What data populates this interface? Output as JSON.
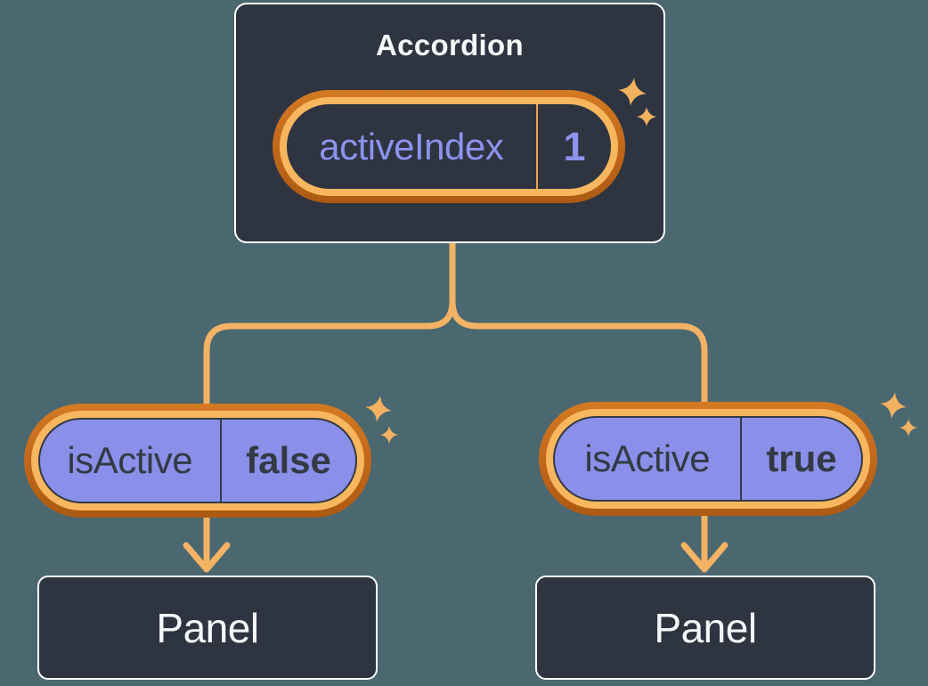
{
  "colors": {
    "background": "#4B6770",
    "node_fill": "#2E3440",
    "node_border": "#FFFFFF",
    "light_text": "#F6F7F9",
    "purple_fill": "#8A90E9",
    "purple_text": "#8C93EE",
    "dark_text": "#333A44",
    "ring_outer_orange": "#C4691C",
    "ring_inner_orange": "#F8B75E",
    "connector_orange": "#F3B264",
    "sparkle_orange": "#F3B260"
  },
  "accordion": {
    "title": "Accordion",
    "state_pill": {
      "label": "activeIndex",
      "value": "1"
    }
  },
  "left_child": {
    "prop_pill": {
      "label": "isActive",
      "value": "false"
    },
    "panel_title": "Panel"
  },
  "right_child": {
    "prop_pill": {
      "label": "isActive",
      "value": "true"
    },
    "panel_title": "Panel"
  }
}
